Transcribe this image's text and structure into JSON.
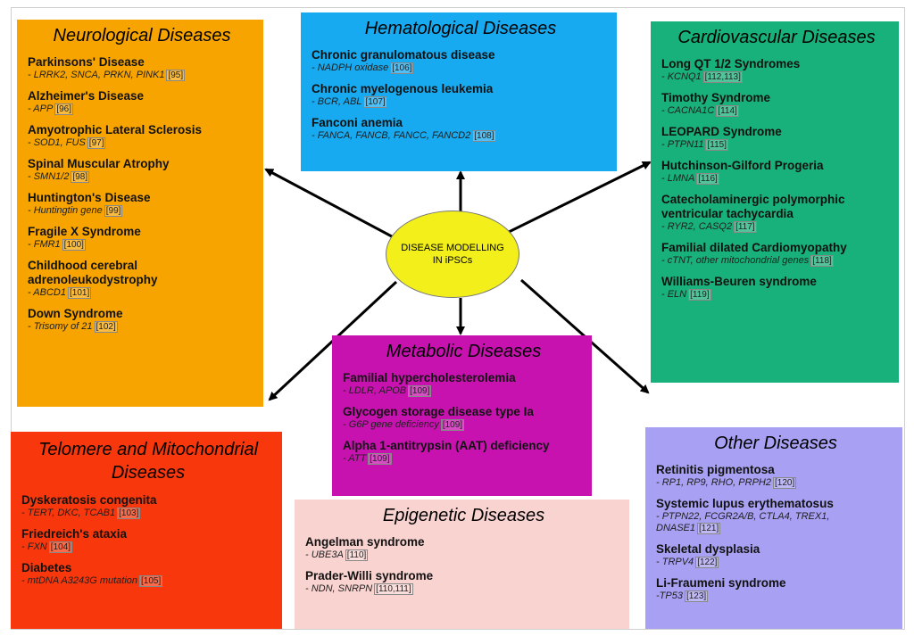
{
  "center": {
    "label": "DISEASE MODELLING IN iPSCs",
    "color": "#f2ef1a"
  },
  "boxes": {
    "neuro": {
      "title": "Neurological Diseases",
      "color": "#f7a400",
      "items": [
        {
          "name": "Parkinsons' Disease",
          "genes": "- LRRK2, SNCA, PRKN, PINK1",
          "ref": "[95]"
        },
        {
          "name": "Alzheimer's Disease",
          "genes": "- APP",
          "ref": "[96]"
        },
        {
          "name": "Amyotrophic Lateral Sclerosis",
          "genes": "- SOD1, FUS",
          "ref": "[97]"
        },
        {
          "name": "Spinal Muscular Atrophy",
          "genes": "- SMN1/2",
          "ref": "[98]"
        },
        {
          "name": "Huntington's Disease",
          "genes": "- Huntingtin gene",
          "ref": "[99]"
        },
        {
          "name": "Fragile X Syndrome",
          "genes": "- FMR1",
          "ref": "[100]"
        },
        {
          "name": "Childhood cerebral adrenoleukodystrophy",
          "genes": "- ABCD1",
          "ref": "[101]"
        },
        {
          "name": "Down Syndrome",
          "genes": "- Trisomy of 21",
          "ref": "[102]"
        }
      ]
    },
    "hema": {
      "title": "Hematological Diseases",
      "color": "#17aaf0",
      "items": [
        {
          "name": "Chronic granulomatous disease",
          "genes": "- NADPH oxidase",
          "ref": "[106]"
        },
        {
          "name": "Chronic myelogenous leukemia",
          "genes": "- BCR, ABL",
          "ref": "[107]"
        },
        {
          "name": "Fanconi anemia",
          "genes": "- FANCA, FANCB, FANCC, FANCD2",
          "ref": "[108]"
        }
      ]
    },
    "cardio": {
      "title": "Cardiovascular Diseases",
      "color": "#18b07b",
      "items": [
        {
          "name": "Long QT 1/2 Syndromes",
          "genes": "- KCNQ1",
          "ref": "[112,113]"
        },
        {
          "name": "Timothy Syndrome",
          "genes": "- CACNA1C",
          "ref": "[114]"
        },
        {
          "name": "LEOPARD Syndrome",
          "genes": "- PTPN11",
          "ref": "[115]"
        },
        {
          "name": "Hutchinson-Gilford Progeria",
          "genes": "- LMNA",
          "ref": "[116]"
        },
        {
          "name": "Catecholaminergic polymorphic ventricular tachycardia",
          "genes": "- RYR2, CASQ2",
          "ref": "[117]"
        },
        {
          "name": "Familial dilated Cardiomyopathy",
          "genes": "- cTNT, other mitochondrial genes",
          "ref": "[118]"
        },
        {
          "name": "Williams-Beuren syndrome",
          "genes": "- ELN",
          "ref": "[119]"
        }
      ]
    },
    "metab": {
      "title": "Metabolic Diseases",
      "color": "#c812b0",
      "items": [
        {
          "name": "Familial hypercholesterolemia",
          "genes": "- LDLR, APOB",
          "ref": "[109]"
        },
        {
          "name": "Glycogen storage disease type Ia",
          "genes": "- G6P gene deficiency",
          "ref": "[109]"
        },
        {
          "name": "Alpha 1-antitrypsin (AAT) deficiency",
          "genes": "- ATT",
          "ref": "[109]"
        }
      ]
    },
    "telo": {
      "title": "Telomere and Mitochondrial Diseases",
      "color": "#f8380c",
      "items": [
        {
          "name": "Dyskeratosis congenita",
          "genes": "- TERT, DKC, TCAB1",
          "ref": "[103]"
        },
        {
          "name": "Friedreich's ataxia",
          "genes": "- FXN",
          "ref": "[104]"
        },
        {
          "name": "Diabetes",
          "genes": "- mtDNA A3243G mutation",
          "ref": "[105]"
        }
      ]
    },
    "epi": {
      "title": "Epigenetic Diseases",
      "color": "#f9d3d0",
      "items": [
        {
          "name": "Angelman syndrome",
          "genes": "- UBE3A",
          "ref": "[110]"
        },
        {
          "name": "Prader-Willi syndrome",
          "genes": "- NDN, SNRPN",
          "ref": "[110,111]"
        }
      ]
    },
    "other": {
      "title": "Other Diseases",
      "color": "#a8a0f2",
      "items": [
        {
          "name": "Retinitis pigmentosa",
          "genes": "- RP1, RP9, RHO, PRPH2",
          "ref": "[120]"
        },
        {
          "name": "Systemic lupus erythematosus",
          "genes": "- PTPN22, FCGR2A/B, CTLA4, TREX1, DNASE1",
          "ref": "[121]"
        },
        {
          "name": "Skeletal dysplasia",
          "genes": "- TRPV4",
          "ref": "[122]"
        },
        {
          "name": "Li-Fraumeni syndrome",
          "genes": "-TP53",
          "ref": "[123]"
        }
      ]
    }
  }
}
